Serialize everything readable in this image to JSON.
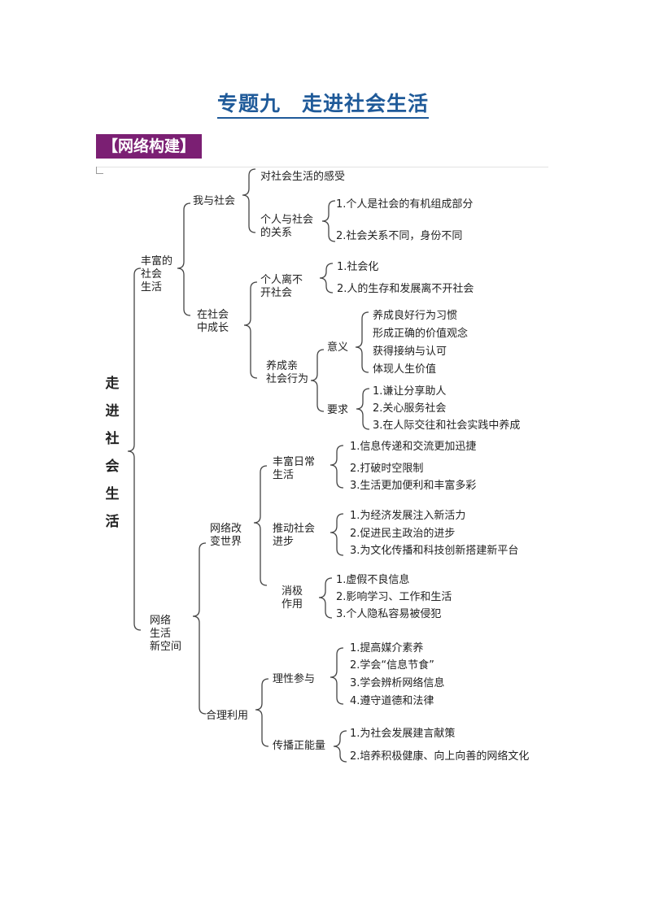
{
  "title": "专题九　走进社会生活",
  "section_label": "【网络构建】",
  "root": [
    "走",
    "进",
    "社",
    "会",
    "生",
    "活"
  ],
  "n": {
    "rich": [
      "丰富的",
      "社会",
      "生活"
    ],
    "wo": "我与社会",
    "wo1": "对社会生活的感受",
    "wo2": [
      "个人与社会",
      "的关系"
    ],
    "wo2a": "1.个人是社会的有机组成部分",
    "wo2b": "2.社会关系不同，身份不同",
    "grow": [
      "在社会",
      "中成长"
    ],
    "g1": [
      "个人离不",
      "开社会"
    ],
    "g1a": "1.社会化",
    "g1b": "2.人的生存和发展离不开社会",
    "g2": [
      "养成亲",
      "社会行为"
    ],
    "yi": "意义",
    "yi1": "养成良好行为习惯",
    "yi2": "形成正确的价值观念",
    "yi3": "获得接纳与认可",
    "yi4": "体现人生价值",
    "yq": "要求",
    "yq1": "1.谦让分享助人",
    "yq2": "2.关心服务社会",
    "yq3": "3.在人际交往和社会实践中养成",
    "net": [
      "网络",
      "生活",
      "新空间"
    ],
    "nc": [
      "网络改",
      "变世界"
    ],
    "fr": [
      "丰富日常",
      "生活"
    ],
    "fr1": "1.信息传递和交流更加迅捷",
    "fr2": "2.打破时空限制",
    "fr3": "3.生活更加便利和丰富多彩",
    "td": [
      "推动社会",
      "进步"
    ],
    "td1": "1.为经济发展注入新活力",
    "td2": "2.促进民主政治的进步",
    "td3": "3.为文化传播和科技创新搭建新平台",
    "xj": [
      "消极",
      "作用"
    ],
    "xj1": "1.虚假不良信息",
    "xj2": "2.影响学习、工作和生活",
    "xj3": "3.个人隐私容易被侵犯",
    "hl": "合理利用",
    "lx": "理性参与",
    "lx1": "1.提高媒介素养",
    "lx2": "2.学会“信息节食”",
    "lx3": "3.学会辨析网络信息",
    "lx4": "4.遵守道德和法律",
    "cb": "传播正能量",
    "cb1": "1.为社会发展建言献策",
    "cb2": "2.培养积极健康、向上向善的网络文化"
  }
}
